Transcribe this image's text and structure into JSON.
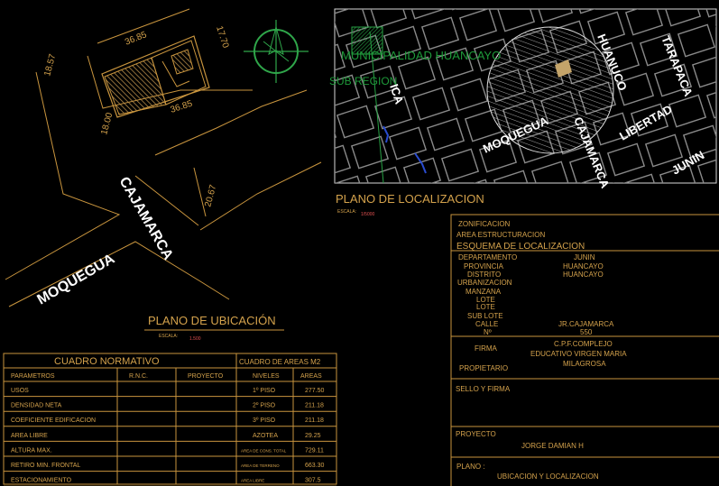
{
  "ubicacion": {
    "title": "PLANO DE UBICACIÓN",
    "scale_label": "ESCALA:",
    "scale_value": "1.500",
    "streets": [
      "CAJAMARCA",
      "MOQUEGUA"
    ],
    "dims": [
      "36.85",
      "17.70",
      "18.57",
      "18.00",
      "36.85",
      "20.67"
    ]
  },
  "localizacion": {
    "title": "PLANO DE LOCALIZACION",
    "scale_label": "ESCALA:",
    "scale_value": "1/5000",
    "labels": {
      "municipalidad": "MUNICIPALIDAD HUANCAYO",
      "sub_region": "SUB REGION",
      "ica": "ICA",
      "huanuco": "HUANUCO",
      "tarapaca": "TARAPACA",
      "libertad": "LIBERTAD",
      "moquegua": "MOQUEGUA",
      "cajamarca": "CAJAMARCA",
      "junin": "JUNIN"
    }
  },
  "cuadro": {
    "normativo_title": "CUADRO NORMATIVO",
    "areas_title": "CUADRO DE AREAS M2",
    "headers": [
      "PARAMETROS",
      "R.N.C.",
      "PROYECTO",
      "NIVELES",
      "AREAS"
    ],
    "rows": [
      {
        "param": "USOS",
        "nivel": "1º PISO",
        "area": "277.50"
      },
      {
        "param": "DENSIDAD NETA",
        "nivel": "2º PISO",
        "area": "211.18"
      },
      {
        "param": "COEFICIENTE EDIFICACION",
        "nivel": "3º PISO",
        "area": "211.18"
      },
      {
        "param": "AREA LIBRE",
        "nivel": "AZOTEA",
        "area": "29.25"
      },
      {
        "param": "ALTURA MAX.",
        "nivel": "AREA DE CONS. TOTAL",
        "area": "729.11"
      },
      {
        "param": "RETIRO MIN. FRONTAL",
        "nivel": "AREA DE TERRENO",
        "area": "663.30"
      },
      {
        "param": "ESTACIONAMIENTO",
        "nivel": "AREA LIBRE",
        "area": "307.5"
      }
    ]
  },
  "rotulo": {
    "zonificacion": "ZONIFICACION",
    "area_estructuracion": "AREA ESTRUCTURACION",
    "esquema": "ESQUEMA DE LOCALIZACION",
    "departamento": "DEPARTAMENTO",
    "departamento_val": "JUNIN",
    "provincia": "PROVINCIA",
    "provincia_val": "HUANCAYO",
    "distrito": "DISTRITO",
    "distrito_val": "HUANCAYO",
    "urbanizacion": "URBANIZACION",
    "manzana": "MANZANA",
    "lote1": "LOTE",
    "lote2": "LOTE",
    "sub_lote": "SUB LOTE",
    "calle": "CALLE",
    "calle_val": "JR.CAJAMARCA",
    "numero": "Nº",
    "numero_val": "550",
    "firma": "FIRMA",
    "propietario": "PROPIETARIO",
    "owner_l1": "C.P.F.COMPLEJO",
    "owner_l2": "EDUCATIVO VIRGEN MARIA",
    "owner_l3": "MILAGROSA",
    "sello": "SELLO Y FIRMA",
    "proyecto": "PROYECTO",
    "proyecto_val": "JORGE DAMIAN H",
    "plano": "PLANO :",
    "plano_val": "UBICACION Y LOCALIZACION"
  }
}
